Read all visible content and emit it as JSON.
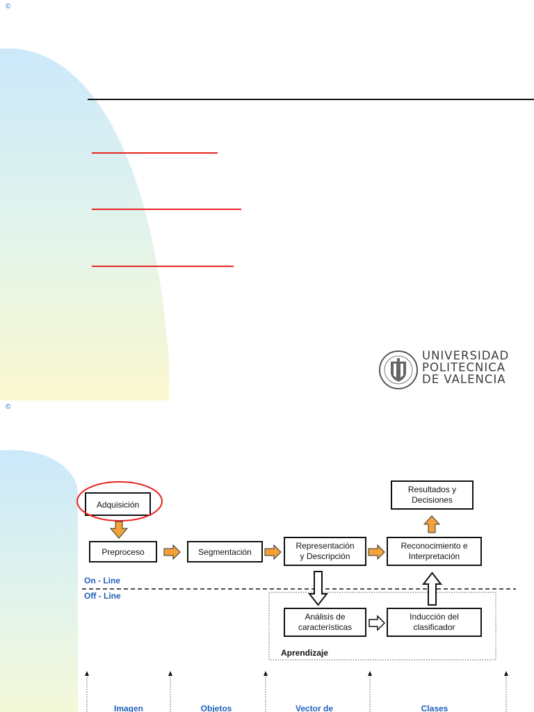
{
  "slide1": {
    "copyright": "©",
    "university": {
      "line1": "UNIVERSIDAD",
      "line2": "POLITECNICA",
      "line3": "DE VALENCIA"
    }
  },
  "slide2": {
    "copyright": "©",
    "boxes": {
      "adquisicion": "Adquisición",
      "preproceso": "Preproceso",
      "segmentacion": "Segmentación",
      "representacion_1": "Representación",
      "representacion_2": "y Descripción",
      "reconocimiento_1": "Reconocimiento e",
      "reconocimiento_2": "Interpretación",
      "resultados_1": "Resultados y",
      "resultados_2": "Decisiones",
      "analisis_1": "Análisis de",
      "analisis_2": "características",
      "induccion_1": "Inducción del",
      "induccion_2": "clasificador"
    },
    "labels": {
      "online": "On - Line",
      "offline": "Off - Line",
      "aprendizaje": "Aprendizaje"
    },
    "bottom_labels": {
      "imagen": "Imagen",
      "objetos": "Objetos",
      "vector": "Vector de",
      "clases": "Clases"
    },
    "colors": {
      "orange_arrow": "#f4a13a",
      "highlight_ellipse": "#e8231f",
      "label_blue": "#1f5fb8"
    }
  }
}
